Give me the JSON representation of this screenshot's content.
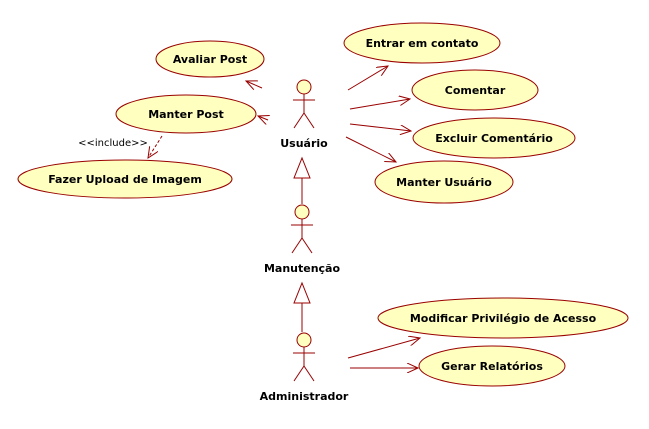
{
  "colors": {
    "usecase_fill": "#ffffc0",
    "usecase_stroke": "#990000",
    "line": "#990000",
    "background": "#ffffff",
    "text": "#000000"
  },
  "actors": {
    "usuario": "Usuário",
    "manutencao": "Manutenção",
    "administrador": "Administrador"
  },
  "use_cases": {
    "avaliar_post": "Avaliar Post",
    "manter_post": "Manter Post",
    "fazer_upload": "Fazer Upload de Imagem",
    "entrar_em_contato": "Entrar em contato",
    "comentar": "Comentar",
    "excluir_comentario": "Excluir Comentário",
    "manter_usuario": "Manter Usuário",
    "modificar_privilegio": "Modificar Privilégio de Acesso",
    "gerar_relatorios": "Gerar Relatórios"
  },
  "relations": {
    "include_label": "<<include>>"
  }
}
